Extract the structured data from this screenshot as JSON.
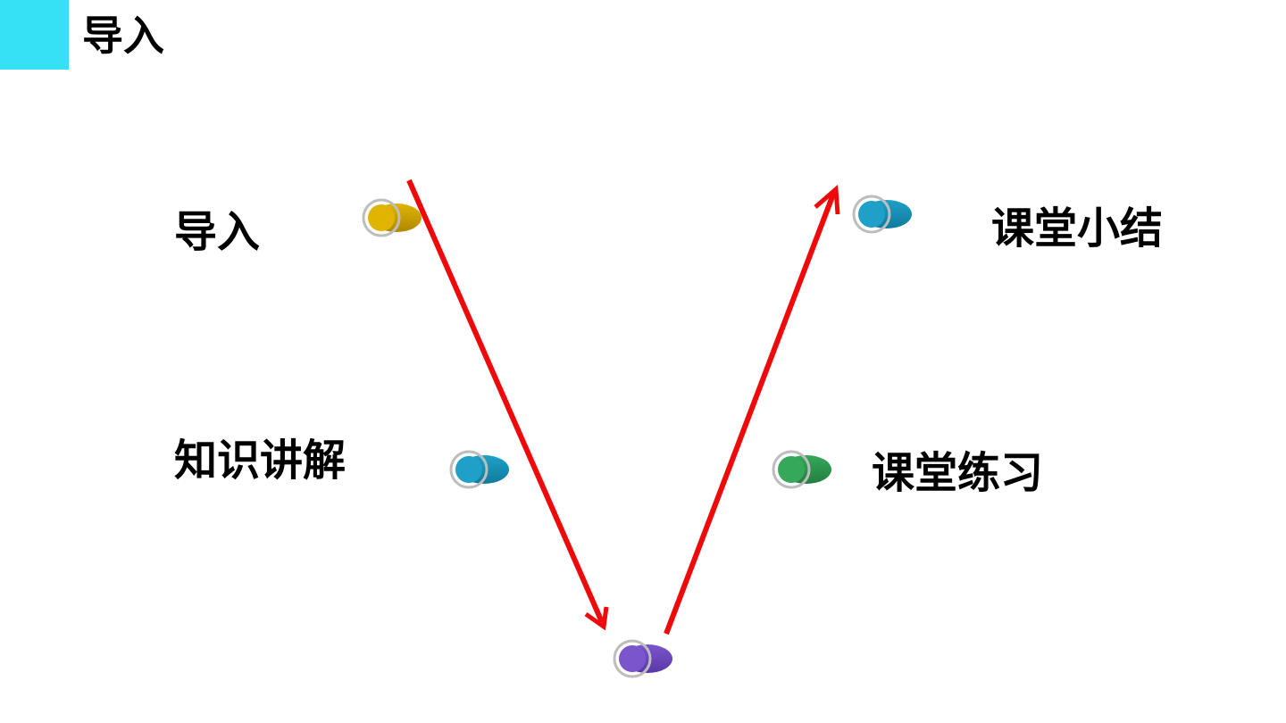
{
  "slide": {
    "title": "导入",
    "accent_color": "#36E0F5"
  },
  "nodes": [
    {
      "id": "intro",
      "label": "导入",
      "color": "#E0B400",
      "dark": "#B08800"
    },
    {
      "id": "lecture",
      "label": "知识讲解",
      "color": "#1FA0C8",
      "dark": "#117A9E"
    },
    {
      "id": "center",
      "label": "",
      "color": "#7B55CC",
      "dark": "#5A38A8"
    },
    {
      "id": "practice",
      "label": "课堂练习",
      "color": "#35A85A",
      "dark": "#237F40"
    },
    {
      "id": "summary",
      "label": "课堂小结",
      "color": "#1FA0C8",
      "dark": "#117A9E"
    }
  ],
  "arrow_color": "#EE0A0A",
  "ring_color": "#BDBDBD"
}
